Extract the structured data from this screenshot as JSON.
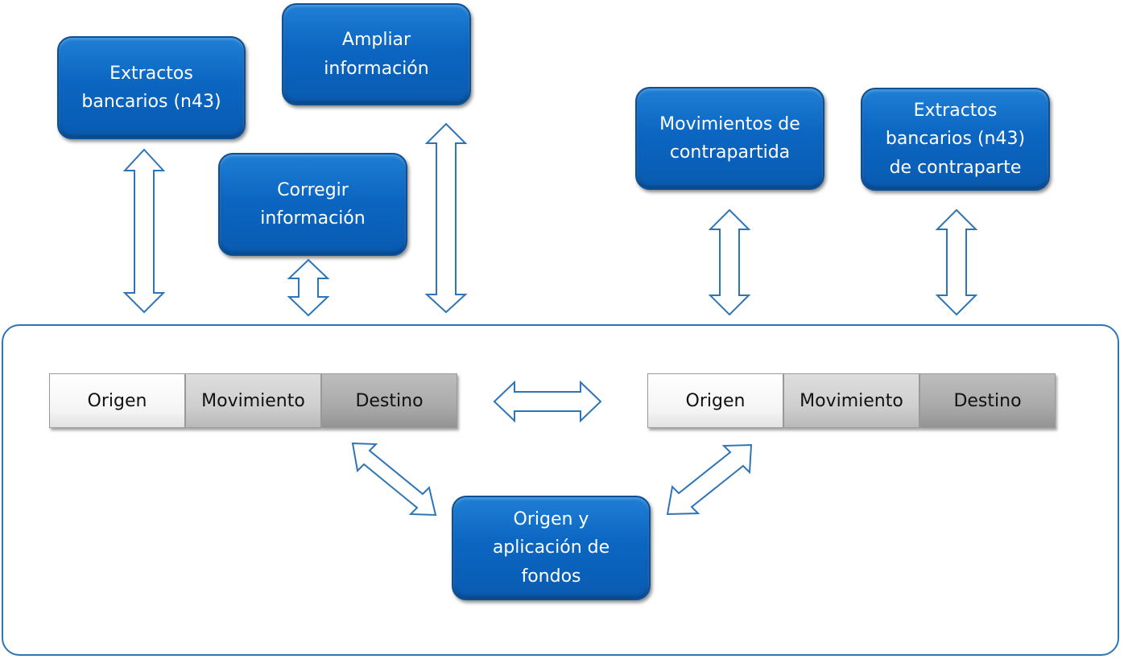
{
  "boxes": {
    "extractos": "Extractos\nbancarios (n43)",
    "ampliar": "Ampliar\ninformación",
    "corregir": "Corregir\ninformación",
    "movimientos_contrapartida": "Movimientos de\ncontrapartida",
    "extractos_contraparte": "Extractos\nbancarios (n43)\nde contraparte",
    "origen_aplicacion": "Origen y\naplicación de\nfondos"
  },
  "left_bar": {
    "origen": "Origen",
    "movimiento": "Movimiento",
    "destino": "Destino"
  },
  "right_bar": {
    "origen": "Origen",
    "movimiento": "Movimiento",
    "destino": "Destino"
  },
  "colors": {
    "box_blue": "#0b66c2",
    "arrow_outline": "#2e75b6",
    "container_border": "#2e75b6"
  }
}
